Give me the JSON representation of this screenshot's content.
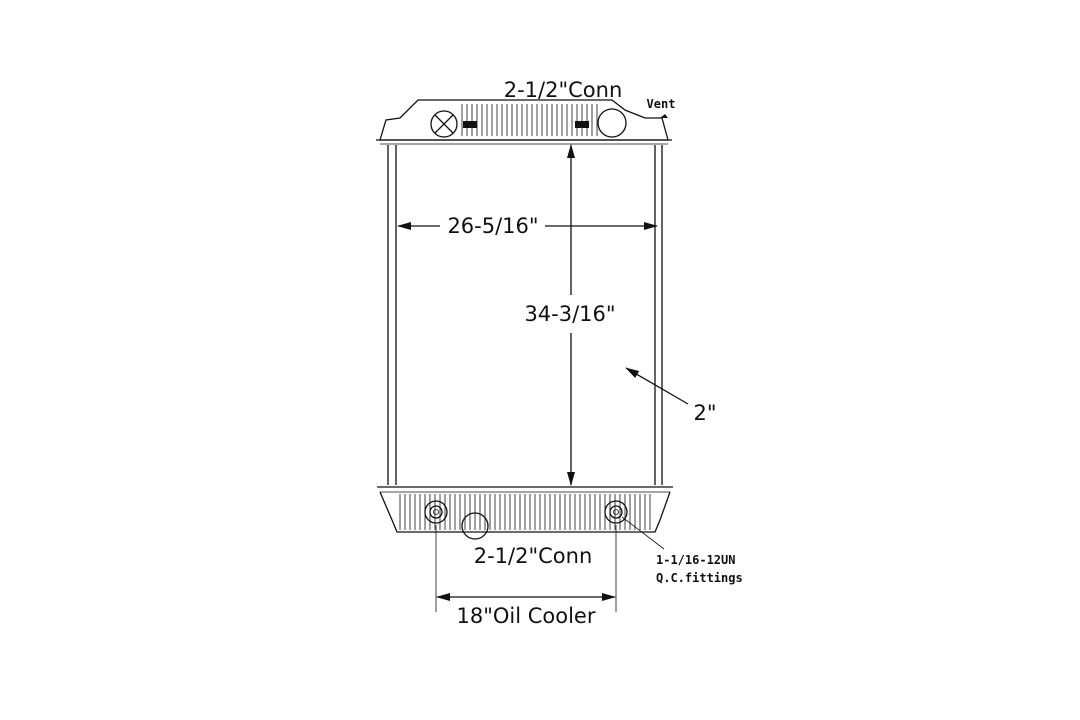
{
  "labels": {
    "top_connection": "2-1/2\"Conn",
    "vent": "Vent",
    "width": "26-5/16\"",
    "height": "34-3/16\"",
    "depth": "2\"",
    "bottom_connection": "2-1/2\"Conn",
    "fittings_line1": "1-1/16-12UN",
    "fittings_line2": "Q.C.fittings",
    "oil_cooler": "18\"Oil Cooler"
  }
}
